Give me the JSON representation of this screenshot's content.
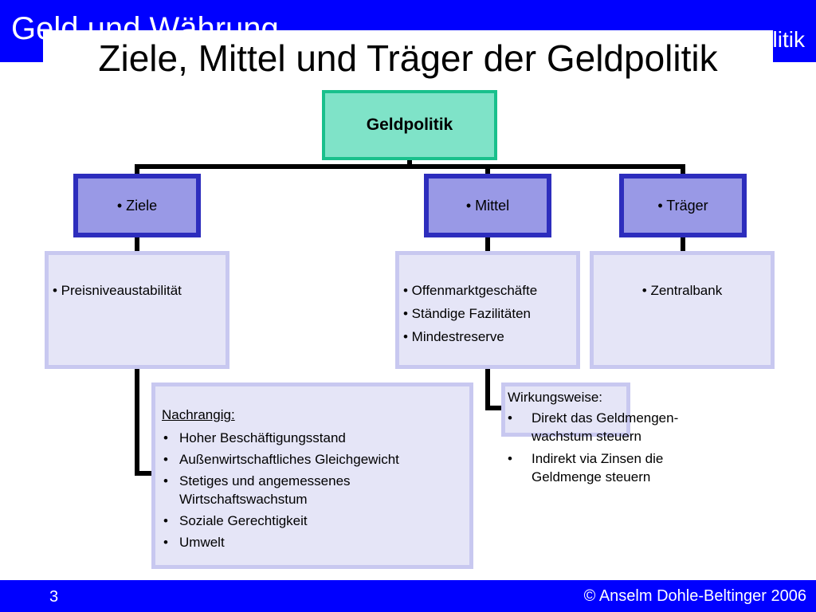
{
  "slide": {
    "course_title": "Geld und Währung",
    "section_title": "Geldpolitik",
    "title": "Ziele, Mittel und Träger der Geldpolitik",
    "page_number": "3",
    "copyright": "© Anselm Dohle-Beltinger 2006"
  },
  "colors": {
    "bar_blue": "#0000ff",
    "root_fill": "#7fe3c8",
    "root_border": "#19c08c",
    "category_fill": "#9999e6",
    "category_border": "#2d2dbd",
    "item_fill": "#e5e5f7",
    "item_border": "#c8c8f0",
    "connector": "#000000"
  },
  "diagram": {
    "root": "Geldpolitik",
    "categories": [
      {
        "label": "• Ziele",
        "items": [
          "• Preisniveaustabilität"
        ]
      },
      {
        "label": "• Mittel",
        "items": [
          "• Offenmarktgeschäfte",
          "• Ständige Fazilitäten",
          "• Mindestreserve"
        ]
      },
      {
        "label": "• Träger",
        "items": [
          "• Zentralbank"
        ]
      }
    ],
    "secondary_goals": {
      "heading": "Nachrangig:",
      "items": [
        "Hoher Beschäftigungsstand",
        "Außenwirtschaftliches Gleichgewicht",
        "Stetiges und angemessenes Wirtschaftswachstum",
        "Soziale Gerechtigkeit",
        "Umwelt"
      ]
    },
    "mechanism": {
      "heading": "Wirkungsweise:",
      "items": [
        " Direkt  das Geldmengen-wachstum steuern",
        " Indirekt via Zinsen die Geldmenge steuern"
      ]
    }
  }
}
